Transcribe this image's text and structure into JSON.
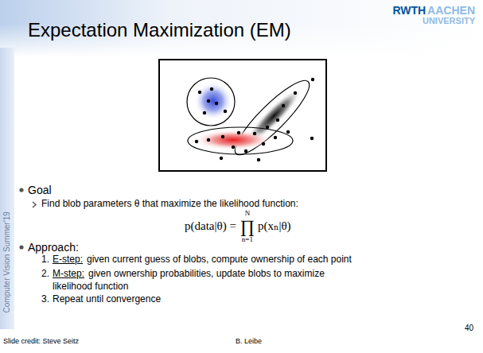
{
  "diagram": {
    "title": "Expectation Maximization (EM)",
    "labels": [
      "RWTH",
      "AACHEN",
      "UNIVERSITY",
      "Computer Vision Summer'19",
      "Goal",
      "Find blob parameters θ that maximize the likelihood function:",
      "p(data|θ) =",
      "N",
      "∏",
      "n=1",
      "p(xₙ|θ)",
      "Approach:",
      "1.",
      "E-step:",
      "given current guess of blobs, compute ownership of each point",
      "2.",
      "M-step:",
      "given ownership probabilities, update blobs to maximize likelihood function",
      "3.",
      "Repeat until convergence",
      "Slide credit: Steve Seitz",
      "B. Leibe",
      "40"
    ]
  }
}
